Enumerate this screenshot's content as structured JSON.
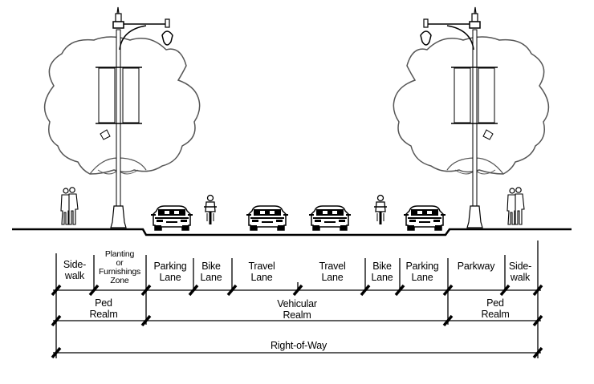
{
  "diagram": {
    "title": "Street cross-section",
    "segments": [
      {
        "label": "Side-\nwalk"
      },
      {
        "label": "Planting\nor\nFurnishings\nZone"
      },
      {
        "label": "Parking\nLane"
      },
      {
        "label": "Bike\nLane"
      },
      {
        "label": "Travel\nLane"
      },
      {
        "label": "Travel\nLane"
      },
      {
        "label": "Bike\nLane"
      },
      {
        "label": "Parking\nLane"
      },
      {
        "label": "Parkway"
      },
      {
        "label": "Side-\nwalk"
      }
    ],
    "realms": [
      {
        "label": "Ped\nRealm"
      },
      {
        "label": "Vehicular\nRealm"
      },
      {
        "label": "Ped\nRealm"
      }
    ],
    "right_of_way": {
      "label": "Right-of-Way"
    },
    "elements": {
      "left_pedestrians": "pedestrian-couple",
      "left_streetlight": "street-lamp-with-banners",
      "left_tree": "street-tree",
      "vehicles": [
        "car",
        "bicycle",
        "car",
        "car",
        "bicycle",
        "car"
      ],
      "right_streetlight": "street-lamp-with-banners",
      "right_tree": "street-tree",
      "right_pedestrians": "pedestrian-couple"
    }
  }
}
